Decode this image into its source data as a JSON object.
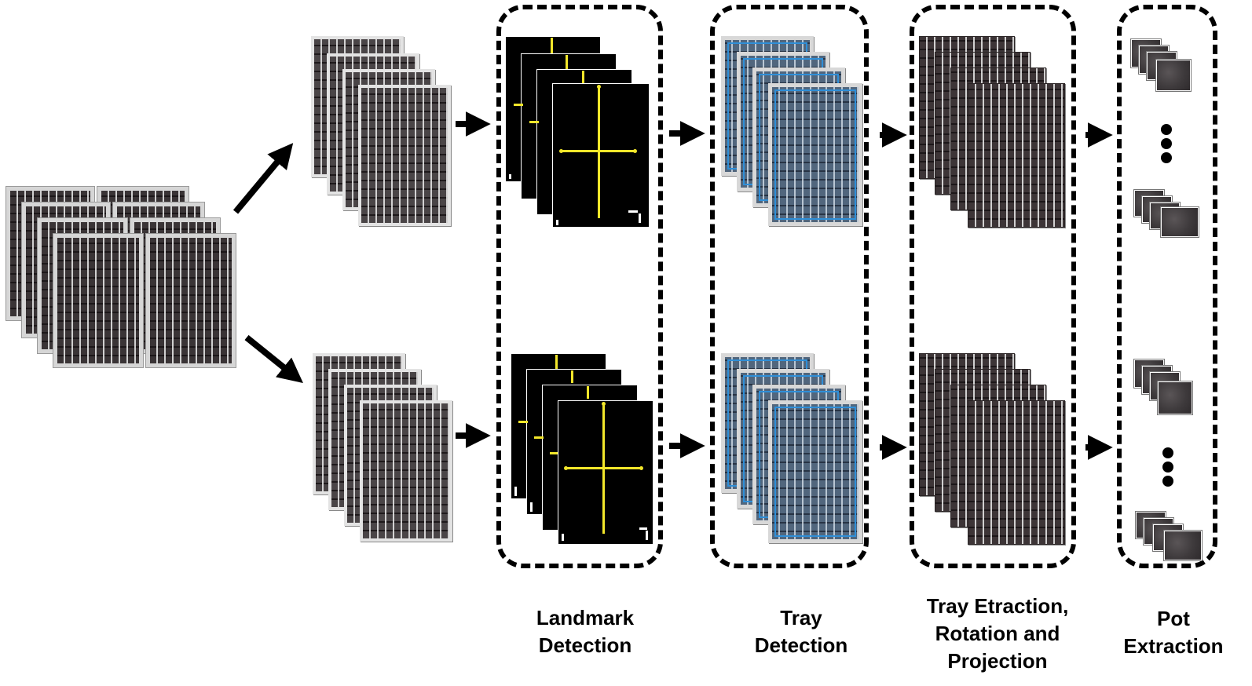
{
  "labels": {
    "landmark": [
      "Landmark",
      "Detection"
    ],
    "tray": [
      "Tray",
      "Detection"
    ],
    "extraction": [
      "Tray Etraction,",
      "Rotation and",
      "Projection"
    ],
    "pot": [
      "Pot",
      "Extraction"
    ]
  },
  "colors": {
    "landmark_lines": "#f2e62a",
    "tray_outline": "#2f8fd8",
    "arrow": "#000000"
  }
}
